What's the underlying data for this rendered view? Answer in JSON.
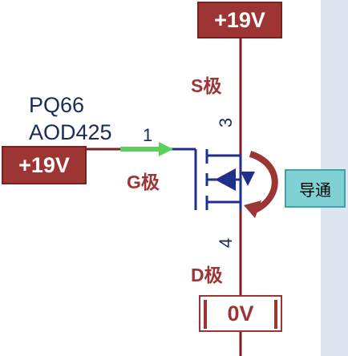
{
  "circuit": {
    "source_supply": "+19V",
    "gate_supply": "+19V",
    "drain_load": "0V",
    "part_ref": "PQ66",
    "part_number": "AOD425",
    "source_label": "S极",
    "gate_label": "G极",
    "drain_label": "D极",
    "pin_gate": "1",
    "pin_source": "3",
    "pin_drain": "4",
    "state_callout": "导通"
  },
  "colors": {
    "rail_fill": "#9e3535",
    "wire": "#7a2020",
    "mosfet": "#1f2f8a",
    "gate_arrow": "#5ccf5c",
    "callout_fill": "#7fd1d4"
  }
}
